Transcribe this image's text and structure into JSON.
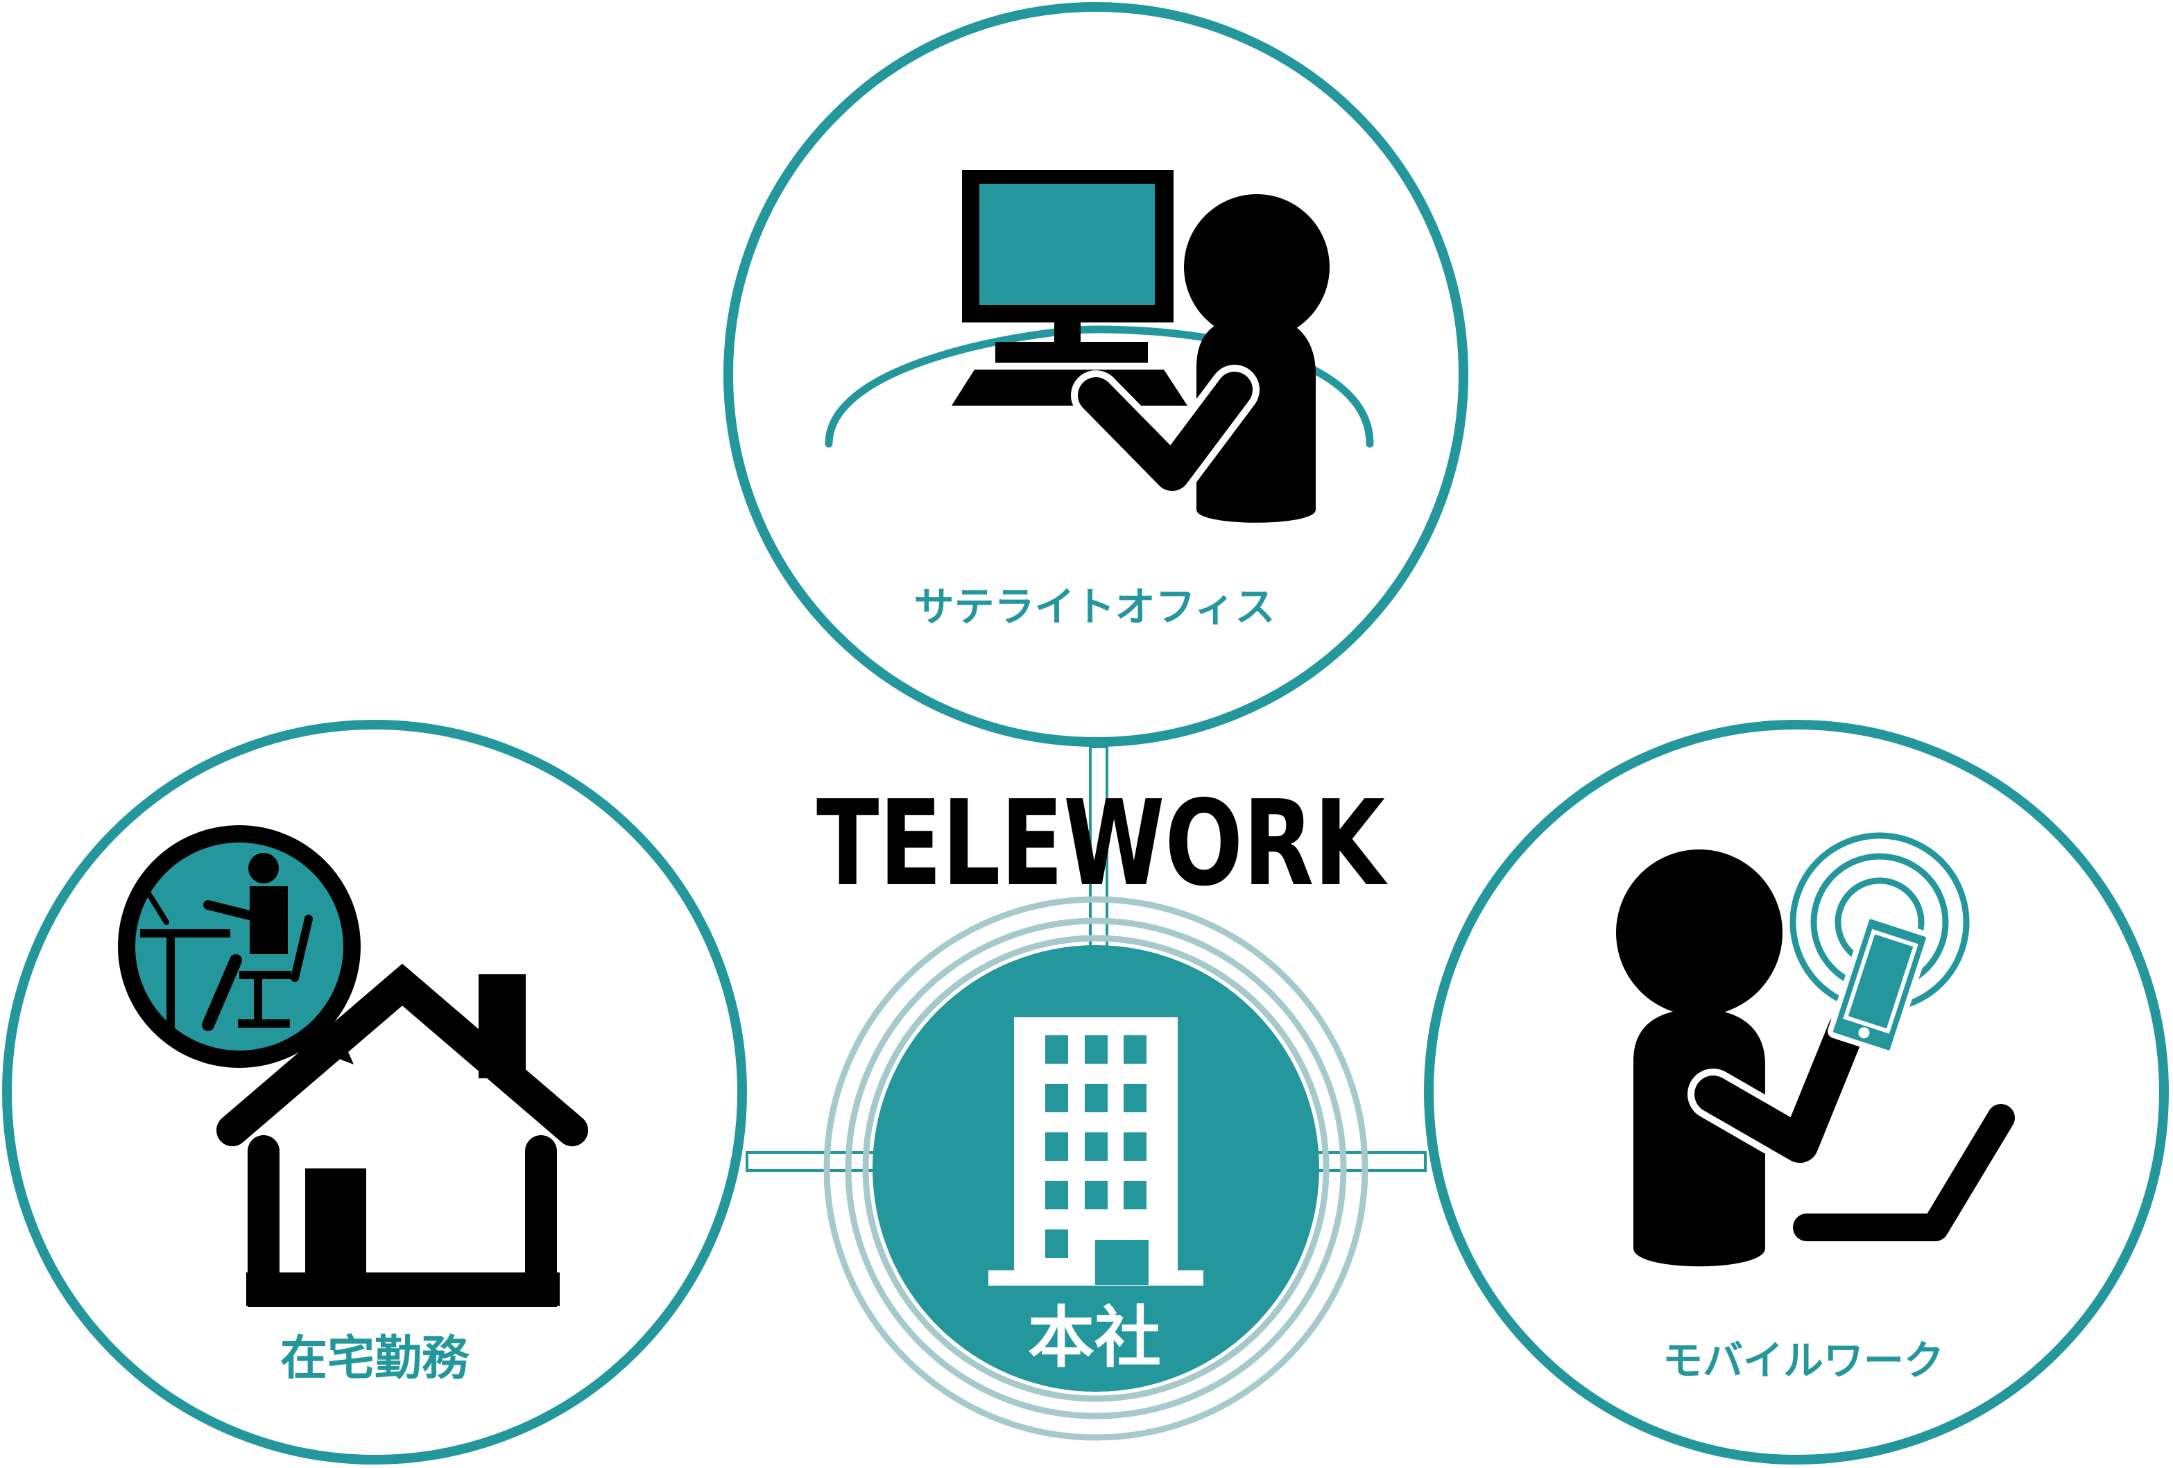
{
  "diagram": {
    "title": "TELEWORK",
    "center": {
      "label": "本社"
    },
    "nodes": {
      "satellite": {
        "label": "サテライトオフィス",
        "icon": "office-worker-at-computer-icon"
      },
      "home": {
        "label": "在宅勤務",
        "icon": "house-with-person-icon"
      },
      "mobile": {
        "label": "モバイルワーク",
        "icon": "person-with-smartphone-icon"
      }
    },
    "center_icon": "office-building-icon"
  },
  "colors": {
    "accent": "#23979B",
    "ring_light": "#A6C9CB",
    "icon": "#000000",
    "background": "#FFFFFF"
  }
}
